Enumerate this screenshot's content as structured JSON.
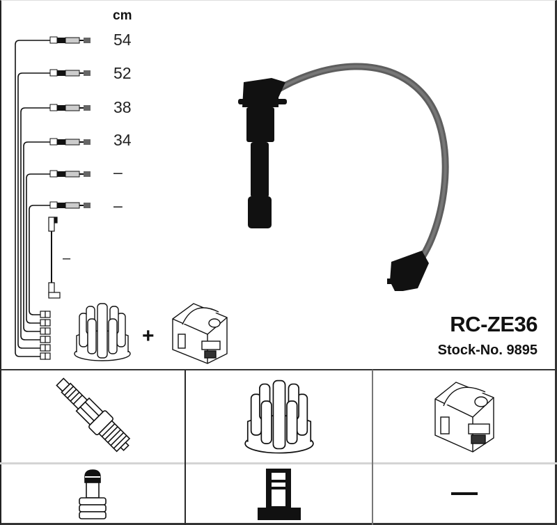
{
  "product": {
    "code": "RC-ZE36",
    "stock_label": "Stock-No. 9895"
  },
  "lengths": {
    "unit": "cm",
    "items": [
      "54",
      "52",
      "38",
      "34",
      "–",
      "–"
    ],
    "coil_lead": "–"
  },
  "kit_plus": "+",
  "grid": {
    "row1": [
      {
        "icon": "spark-plug-icon"
      },
      {
        "icon": "distributor-cap-icon"
      },
      {
        "icon": "ignition-coil-icon"
      }
    ],
    "row2": [
      {
        "icon": "plug-connector-icon"
      },
      {
        "icon": "coil-connector-icon"
      },
      {
        "value": "–"
      }
    ]
  },
  "colors": {
    "cable": "#666666",
    "boot": "#111111",
    "line": "#222222"
  }
}
